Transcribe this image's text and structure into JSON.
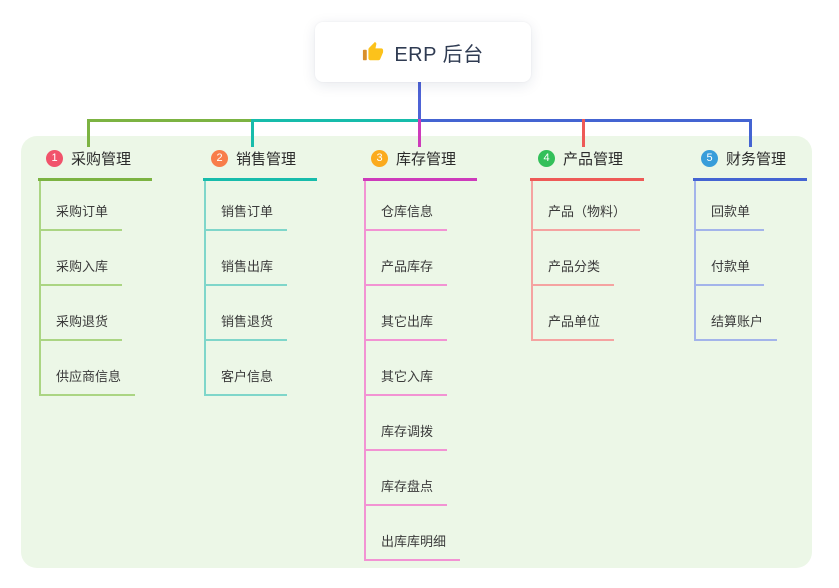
{
  "root": {
    "title": "ERP 后台",
    "icon": "thumbs-up-icon"
  },
  "branches": [
    {
      "id": 1,
      "label": "采购管理",
      "color": "#7cb342",
      "light_color": "#abd583",
      "badge_color": "#f1536b",
      "children": [
        "采购订单",
        "采购入库",
        "采购退货",
        "供应商信息"
      ]
    },
    {
      "id": 2,
      "label": "销售管理",
      "color": "#17bcab",
      "light_color": "#7fd6ca",
      "badge_color": "#f87d4a",
      "children": [
        "销售订单",
        "销售出库",
        "销售退货",
        "客户信息"
      ]
    },
    {
      "id": 3,
      "label": "库存管理",
      "color": "#cd3bbb",
      "light_color": "#f293d3",
      "badge_color": "#fbab1e",
      "children": [
        "仓库信息",
        "产品库存",
        "其它出库",
        "其它入库",
        "库存调拨",
        "库存盘点",
        "出库库明细"
      ]
    },
    {
      "id": 4,
      "label": "产品管理",
      "color": "#ee5a57",
      "light_color": "#f5a3a1",
      "badge_color": "#33c05a",
      "children": [
        "产品（物料）",
        "产品分类",
        "产品单位"
      ]
    },
    {
      "id": 5,
      "label": "财务管理",
      "color": "#4464d2",
      "light_color": "#a3b4ea",
      "badge_color": "#389dda",
      "children": [
        "回款单",
        "付款单",
        "结算账户"
      ]
    }
  ],
  "canvas": {
    "background": "#ffffff",
    "panel_color": "#ecf7e7",
    "root_line_color": "#4e63d6"
  }
}
